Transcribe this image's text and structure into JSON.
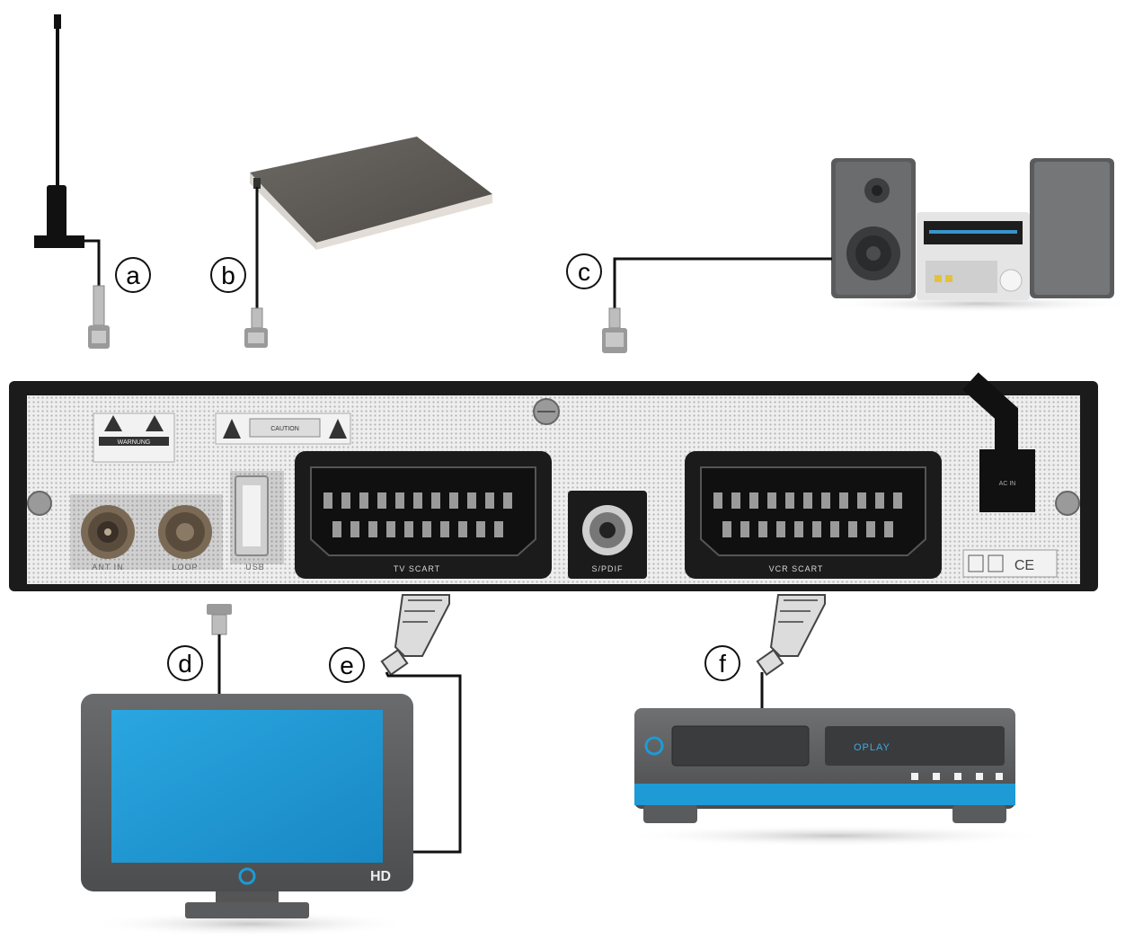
{
  "callouts": {
    "a": "a",
    "b": "b",
    "c": "c",
    "d": "d",
    "e": "e",
    "f": "f"
  },
  "panel_labels": {
    "ant_in": "ANT IN",
    "loop": "LOOP",
    "usb": "USB",
    "tv_scart": "TV SCART",
    "spdif": "S/PDIF",
    "vcr_scart": "VCR SCART",
    "caution": "CAUTION",
    "warning": "WARNUNG",
    "ce_mark": "CE",
    "power_label": "AC IN"
  },
  "device_labels": {
    "tv_badge": "HD",
    "recorder_display": "OPLAY"
  },
  "colors": {
    "cable": "#000000",
    "panel": "#1b1b1b",
    "screen": "#1e9ad6",
    "recorder_accent": "#1e9ad6"
  }
}
